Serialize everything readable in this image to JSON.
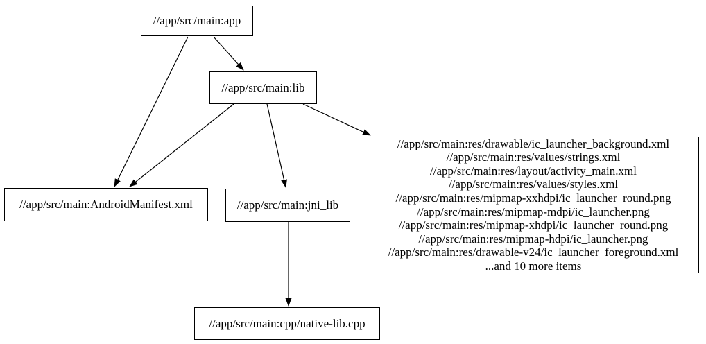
{
  "diagram": {
    "kind": "build-dependency-graph",
    "background_color": "#ffffff",
    "node_border_color": "#000000",
    "edge_color": "#000000",
    "text_color": "#000000"
  },
  "nodes": {
    "app": {
      "label": "//app/src/main:app"
    },
    "lib": {
      "label": "//app/src/main:lib"
    },
    "manifest": {
      "label": "//app/src/main:AndroidManifest.xml"
    },
    "jni_lib": {
      "label": "//app/src/main:jni_lib"
    },
    "res_files": {
      "lines": [
        "//app/src/main:res/drawable/ic_launcher_background.xml",
        "//app/src/main:res/values/strings.xml",
        "//app/src/main:res/layout/activity_main.xml",
        "//app/src/main:res/values/styles.xml",
        "//app/src/main:res/mipmap-xxhdpi/ic_launcher_round.png",
        "//app/src/main:res/mipmap-mdpi/ic_launcher.png",
        "//app/src/main:res/mipmap-xhdpi/ic_launcher_round.png",
        "//app/src/main:res/mipmap-hdpi/ic_launcher.png",
        "//app/src/main:res/drawable-v24/ic_launcher_foreground.xml",
        "...and 10 more items"
      ]
    },
    "native_lib": {
      "label": "//app/src/main:cpp/native-lib.cpp"
    }
  },
  "edges": [
    {
      "from": "app",
      "to": "manifest"
    },
    {
      "from": "app",
      "to": "lib"
    },
    {
      "from": "lib",
      "to": "manifest"
    },
    {
      "from": "lib",
      "to": "jni_lib"
    },
    {
      "from": "lib",
      "to": "res_files"
    },
    {
      "from": "jni_lib",
      "to": "native_lib"
    }
  ]
}
